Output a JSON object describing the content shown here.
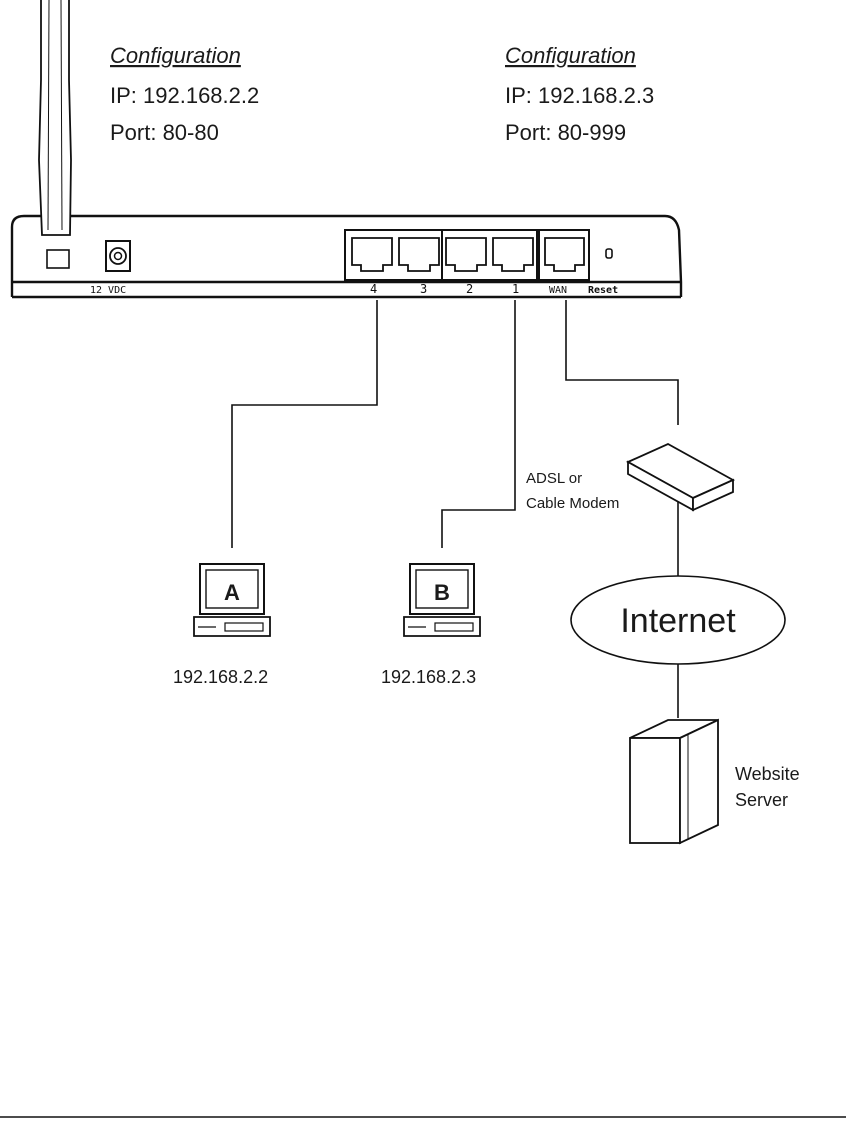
{
  "config_left": {
    "heading": "Configuration",
    "ip": "IP: 192.168.2.2",
    "port": "Port: 80-80"
  },
  "config_right": {
    "heading": "Configuration",
    "ip": "IP: 192.168.2.3",
    "port": "Port: 80-999"
  },
  "router": {
    "power_label": "12 VDC",
    "lan_ports": [
      "4",
      "3",
      "2",
      "1"
    ],
    "wan_label": "WAN",
    "reset_label": "Reset"
  },
  "computer_a": {
    "letter": "A",
    "ip": "192.168.2.2"
  },
  "computer_b": {
    "letter": "B",
    "ip": "192.168.2.3"
  },
  "modem": {
    "label_line1": "ADSL or",
    "label_line2": "Cable Modem"
  },
  "internet": {
    "label": "Internet"
  },
  "server": {
    "label_line1": "Website",
    "label_line2": "Server"
  }
}
